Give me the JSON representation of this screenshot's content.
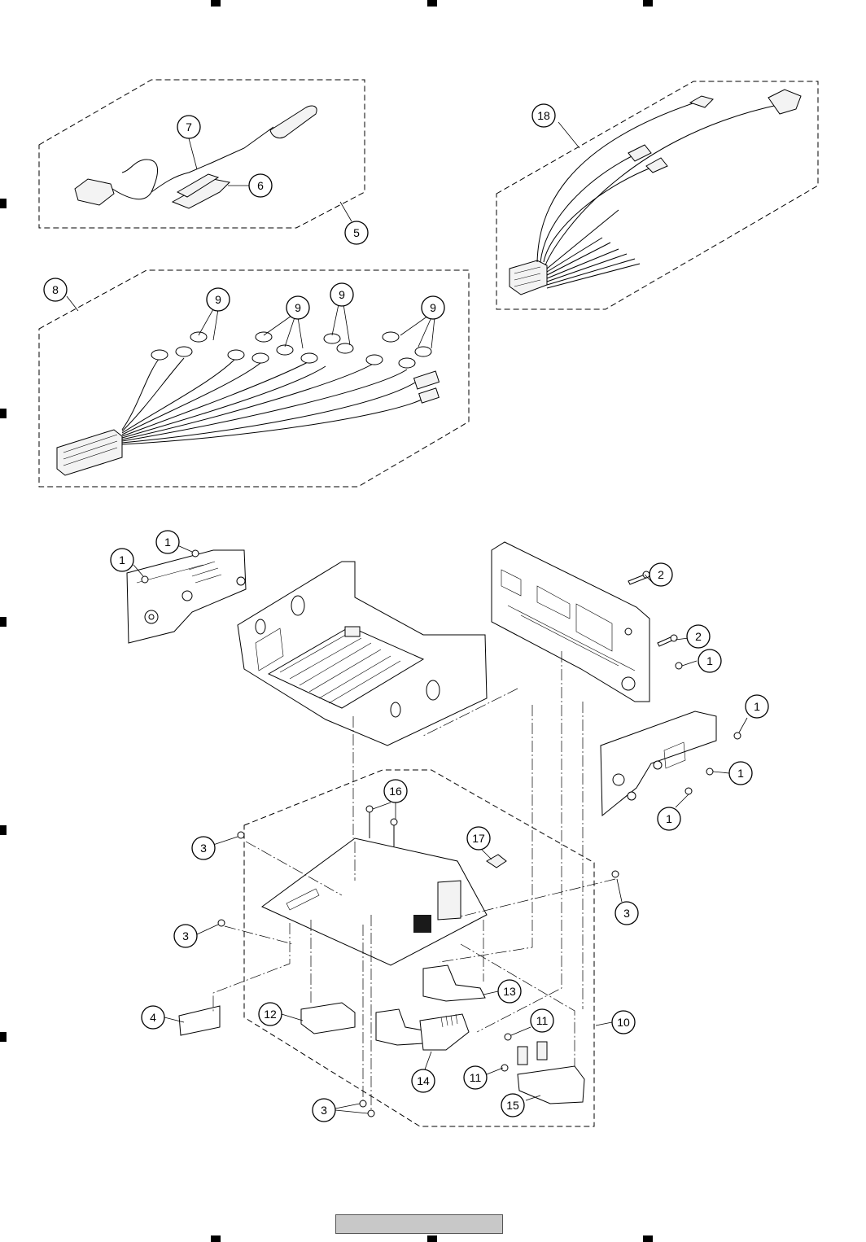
{
  "callouts": [
    {
      "id": "c1a",
      "label": "1"
    },
    {
      "id": "c1b",
      "label": "1"
    },
    {
      "id": "c1c",
      "label": "1"
    },
    {
      "id": "c1d",
      "label": "1"
    },
    {
      "id": "c1e",
      "label": "1"
    },
    {
      "id": "c1f",
      "label": "1"
    },
    {
      "id": "c2a",
      "label": "2"
    },
    {
      "id": "c2b",
      "label": "2"
    },
    {
      "id": "c3a",
      "label": "3"
    },
    {
      "id": "c3b",
      "label": "3"
    },
    {
      "id": "c3c",
      "label": "3"
    },
    {
      "id": "c3d",
      "label": "3"
    },
    {
      "id": "c4",
      "label": "4"
    },
    {
      "id": "c5",
      "label": "5"
    },
    {
      "id": "c6",
      "label": "6"
    },
    {
      "id": "c7",
      "label": "7"
    },
    {
      "id": "c8",
      "label": "8"
    },
    {
      "id": "c9a",
      "label": "9"
    },
    {
      "id": "c9b",
      "label": "9"
    },
    {
      "id": "c9c",
      "label": "9"
    },
    {
      "id": "c9d",
      "label": "9"
    },
    {
      "id": "c10",
      "label": "10"
    },
    {
      "id": "c11a",
      "label": "11"
    },
    {
      "id": "c11b",
      "label": "11"
    },
    {
      "id": "c12",
      "label": "12"
    },
    {
      "id": "c13",
      "label": "13"
    },
    {
      "id": "c14",
      "label": "14"
    },
    {
      "id": "c15",
      "label": "15"
    },
    {
      "id": "c16",
      "label": "16"
    },
    {
      "id": "c17",
      "label": "17"
    },
    {
      "id": "c18",
      "label": "18"
    }
  ],
  "footer": {
    "label": ""
  }
}
